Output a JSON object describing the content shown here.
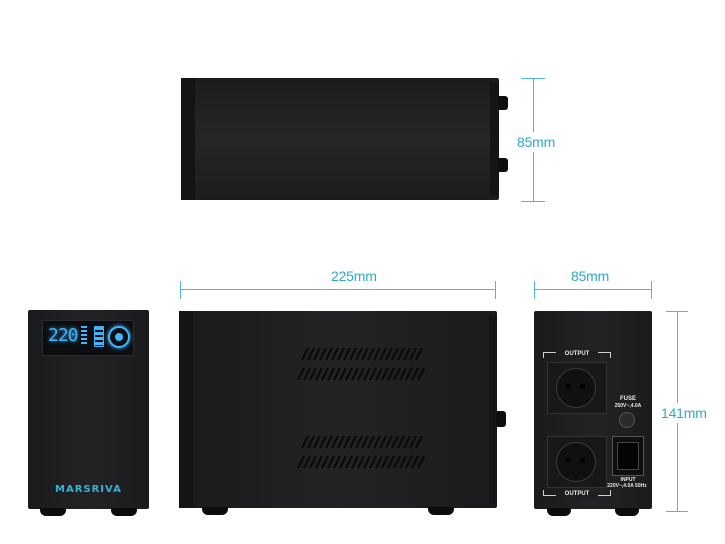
{
  "dimensions": {
    "top_height": "85mm",
    "length": "225mm",
    "width": "85mm",
    "height": "141mm"
  },
  "front_panel": {
    "brand": "MARSRIVA",
    "display_value": "220"
  },
  "rear_panel": {
    "output_top": "OUTPUT",
    "output_bottom": "OUTPUT",
    "fuse_label": "FUSE",
    "fuse_rating": "250V~,4.0A",
    "input_label": "INPUT",
    "input_rating": "220V~,4.0A 50Hz"
  },
  "colors": {
    "dimension_accent": "#2fa8c9",
    "body": "#1e1e20",
    "display_blue": "#3fb4ff"
  }
}
